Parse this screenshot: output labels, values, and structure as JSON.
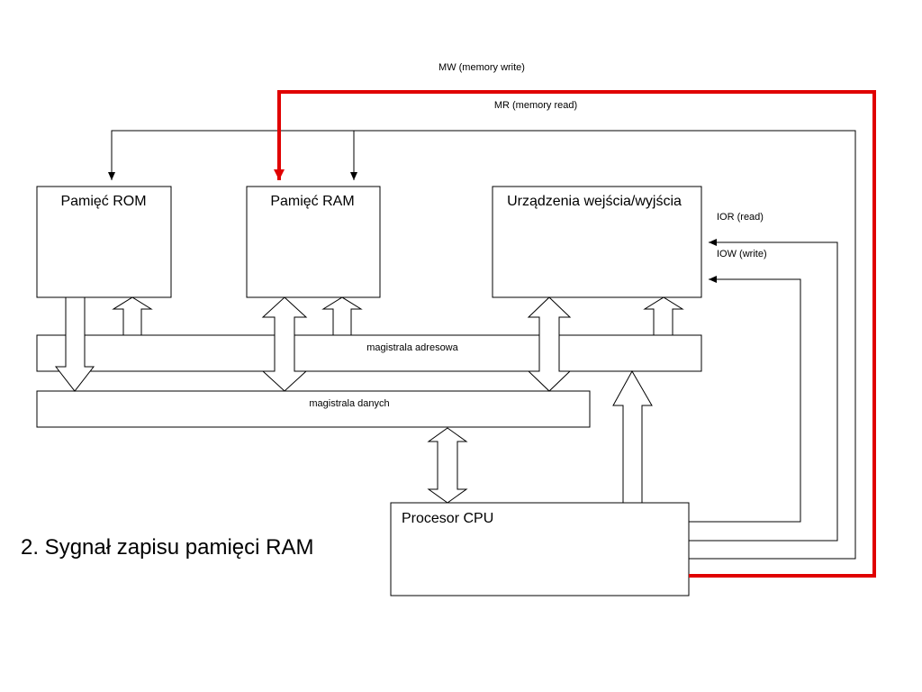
{
  "colors": {
    "active_signal": "#e00000",
    "line": "#000000",
    "background": "#ffffff"
  },
  "modules": {
    "rom": "Pamięć ROM",
    "ram": "Pamięć RAM",
    "io": "Urządzenia wejścia/wyjścia",
    "cpu": "Procesor CPU"
  },
  "buses": {
    "address": "magistrala adresowa",
    "data": "magistrala danych"
  },
  "signals": {
    "mw": "MW (memory write)",
    "mr": "MR (memory read)",
    "ior": "IOR (read)",
    "iow": "IOW (write)"
  },
  "caption": "2. Sygnał zapisu pamięci RAM"
}
